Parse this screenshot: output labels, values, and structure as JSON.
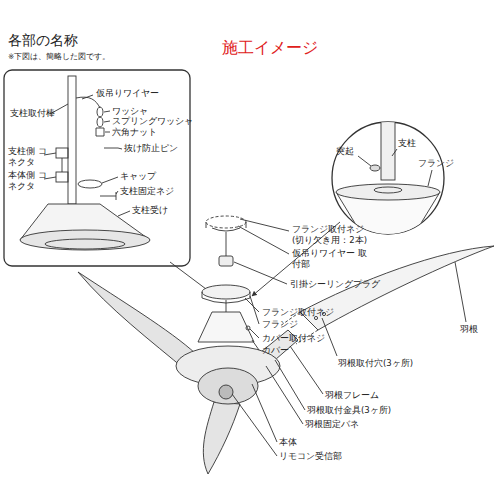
{
  "diagram": {
    "title": "施工イメージ",
    "labels": [
      "各部の名称",
      "※下図は、簡略した図です。",
      "支柱取付棒",
      "仮吊りワイヤー",
      "ワッシャ",
      "スプリングワッシャ",
      "六角ナット",
      "抜け防止ピン",
      "支柱側 コネクタ",
      "本体側 コネクタ",
      "キャップ",
      "支柱固定ネジ",
      "支柱受け",
      "突起",
      "支柱",
      "フランジ",
      "フランジ取付ネジ (切り欠き用：2本)",
      "仮吊りワイヤー 取付部",
      "引掛シーリングプラグ",
      "フランジ取付ネジ",
      "フランジ",
      "カバー取付ネジ",
      "カバー",
      "羽根",
      "羽根取付穴(3ヶ所)",
      "羽根フレーム",
      "羽根取付金具(3ヶ所)",
      "羽根固定バネ",
      "本体",
      "リモコン受信部"
    ]
  }
}
